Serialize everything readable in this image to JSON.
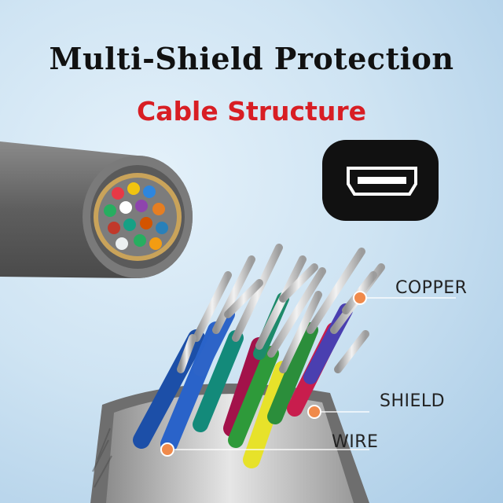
{
  "heading": {
    "title": "Multi-Shield Protection",
    "subtitle": "Cable Structure"
  },
  "callouts": {
    "copper": "COPPER",
    "shield": "SHIELD",
    "wire": "WIRE"
  },
  "colors": {
    "subtitle": "#d81e24",
    "marker": "#f08a4b",
    "jacket": "#6b6b6b"
  },
  "icons": {
    "connector": "hdmi-port-icon"
  }
}
